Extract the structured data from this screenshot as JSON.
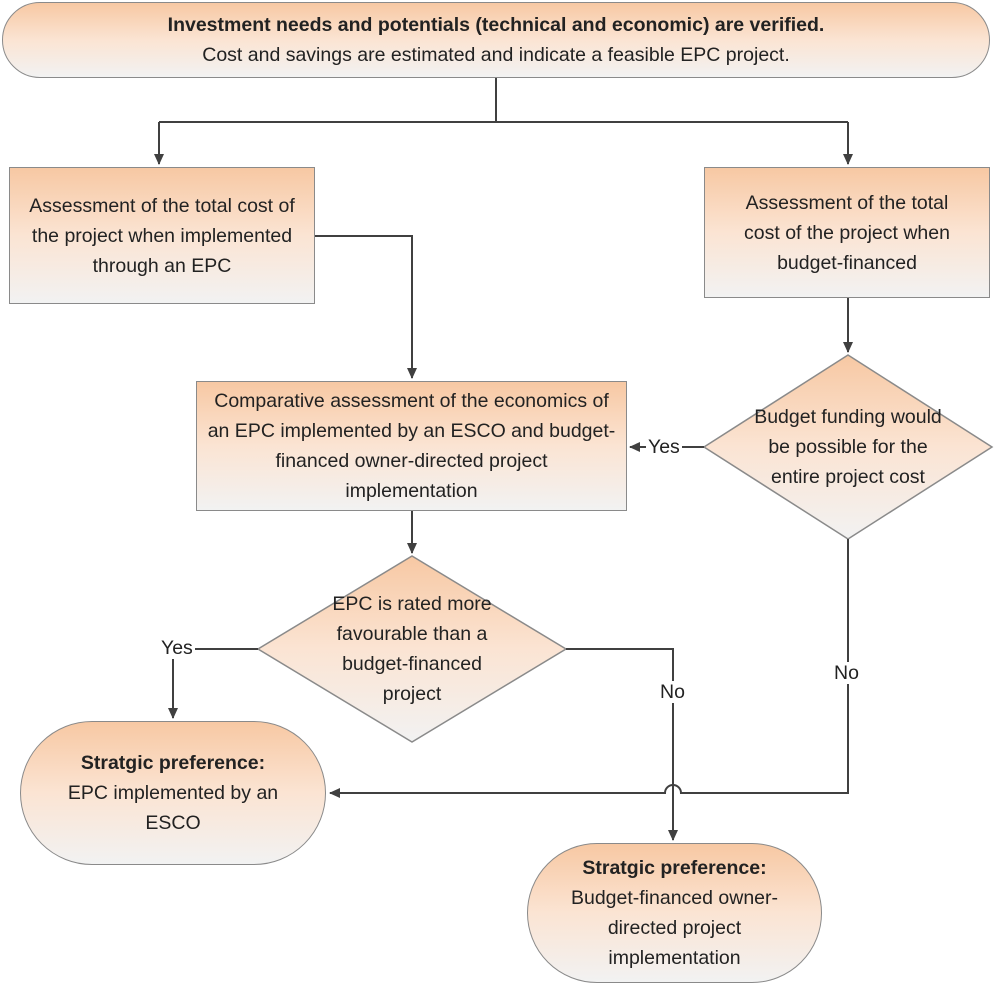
{
  "nodes": {
    "start": {
      "line1": "Investment needs and potentials (technical and economic) are verified.",
      "line2": "Cost and savings are estimated and indicate a feasible EPC project."
    },
    "epc_cost": {
      "text": "Assessment of the total cost of the project when implemented through an EPC"
    },
    "budget_cost": {
      "text": "Assessment of the total cost of the project when budget-financed"
    },
    "comparative": {
      "text": "Comparative assessment of the economics of an EPC implemented by an ESCO and budget-financed owner-directed project implementation"
    },
    "budget_decision": {
      "text": "Budget funding would be possible for the entire project cost"
    },
    "epc_decision": {
      "text": "EPC is rated more favourable than a budget-financed project"
    },
    "pref_esco": {
      "title": "Stratgic preference:",
      "text": "EPC implemented by an ESCO"
    },
    "pref_budget": {
      "title": "Stratgic preference:",
      "text": "Budget-financed owner-directed project implementation"
    }
  },
  "edge_labels": {
    "budget_yes": "Yes",
    "budget_no": "No",
    "epc_yes": "Yes",
    "epc_no": "No"
  },
  "colors": {
    "fill_top": "#f7c8a3",
    "fill_bottom": "#f2f2f2",
    "stroke": "#8a8a8a",
    "line": "#404040"
  }
}
